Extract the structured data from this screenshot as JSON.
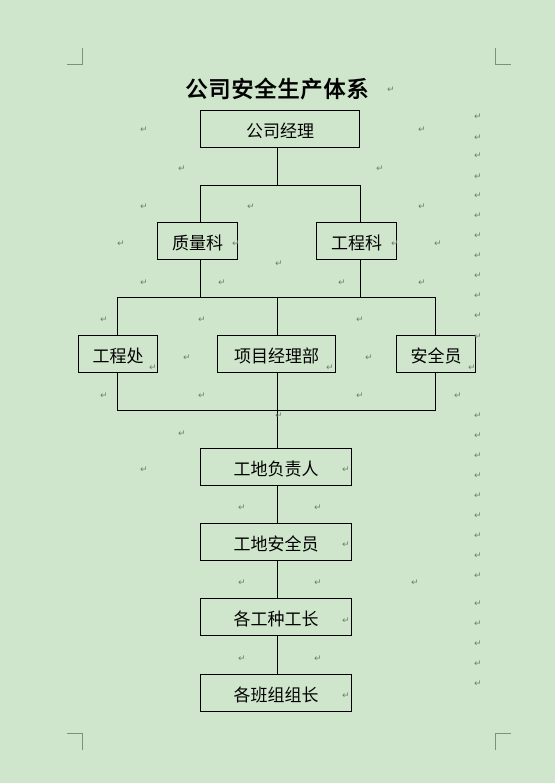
{
  "title": "公司安全生产体系",
  "boxes": {
    "manager": "公司经理",
    "quality": "质量科",
    "engineering_dept": "工程科",
    "engineering_office": "工程处",
    "project_manager_dept": "项目经理部",
    "safety_officer": "安全员",
    "site_lead": "工地负责人",
    "site_safety": "工地安全员",
    "foremen": "各工种工长",
    "team_leaders": "各班组组长"
  },
  "paragraph_mark": "↵"
}
